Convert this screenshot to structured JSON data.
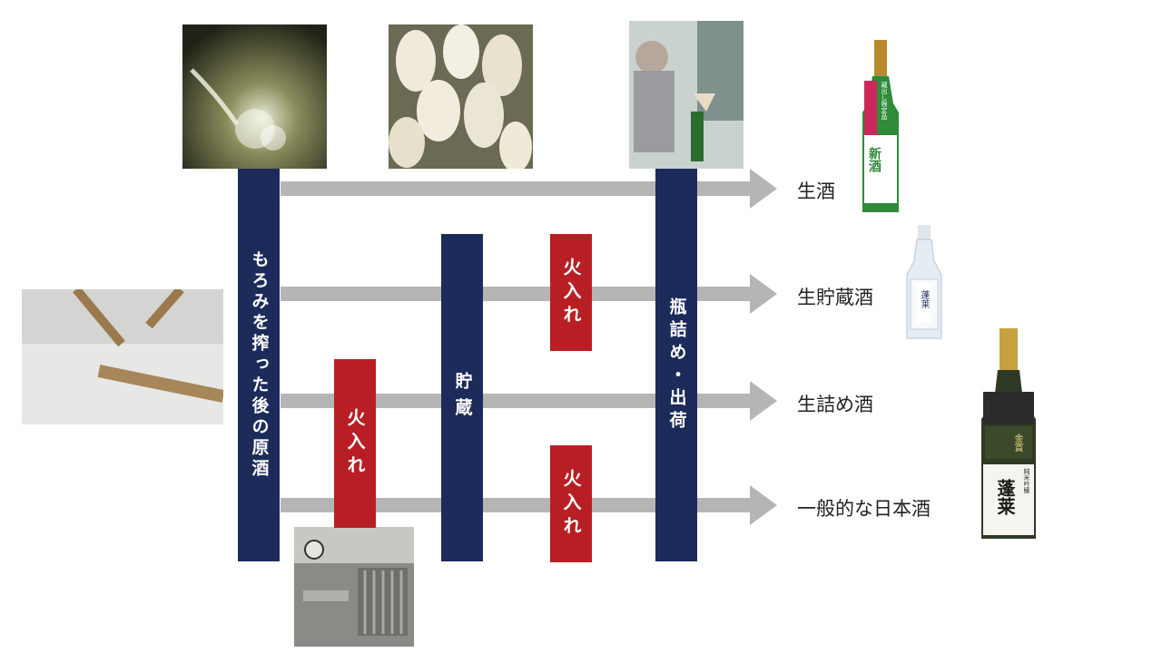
{
  "stages": {
    "source": "もろみを搾った後の原酒",
    "storage": "貯蔵",
    "bottling": "瓶詰め・出荷",
    "pasteurize": "火入れ"
  },
  "outputs": [
    "生酒",
    "生貯蔵酒",
    "生詰め酒",
    "一般的な日本酒"
  ],
  "bottle_labels": {
    "shinshu": "新酒",
    "limited": "蔵出し限定品",
    "horai": "蓬莱",
    "award": "金賞",
    "grade": "純米吟醸"
  },
  "colors": {
    "navy": "#1c2b5a",
    "red": "#b81f24",
    "arrow": "#b5b5b5"
  }
}
